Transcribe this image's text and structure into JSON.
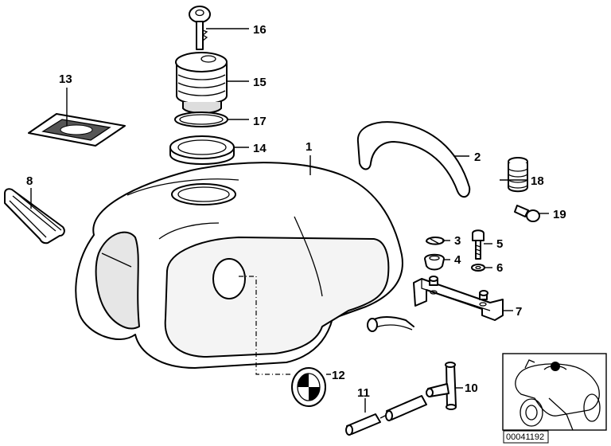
{
  "callouts": [
    {
      "id": "c1",
      "label": "1"
    },
    {
      "id": "c2",
      "label": "2"
    },
    {
      "id": "c3",
      "label": "3"
    },
    {
      "id": "c4",
      "label": "4"
    },
    {
      "id": "c5",
      "label": "5"
    },
    {
      "id": "c6",
      "label": "6"
    },
    {
      "id": "c7",
      "label": "7"
    },
    {
      "id": "c8",
      "label": "8"
    },
    {
      "id": "c10",
      "label": "10"
    },
    {
      "id": "c11",
      "label": "11"
    },
    {
      "id": "c12",
      "label": "12"
    },
    {
      "id": "c13",
      "label": "13"
    },
    {
      "id": "c14",
      "label": "14"
    },
    {
      "id": "c15",
      "label": "15"
    },
    {
      "id": "c16",
      "label": "16"
    },
    {
      "id": "c17",
      "label": "17"
    },
    {
      "id": "c18",
      "label": "18"
    },
    {
      "id": "c19",
      "label": "19"
    }
  ],
  "reference_code": "00041192",
  "colors": {
    "line": "#000000",
    "background": "#ffffff",
    "tank_shade": "#e6e6e6"
  }
}
